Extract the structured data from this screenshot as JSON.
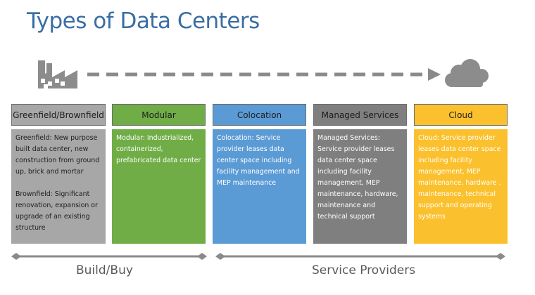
{
  "title": "Types of Data Centers",
  "icons": {
    "left": "factory-icon",
    "right": "cloud-icon",
    "connector": "dashed-arrow"
  },
  "columns": [
    {
      "header": "Greenfield/Brownfield",
      "color": "#a7a7a7",
      "paragraphs": [
        "Greenfield: New purpose built data center, new construction from ground up, brick and mortar",
        "Brownfield: Significant renovation, expansion or upgrade of an existing structure"
      ]
    },
    {
      "header": "Modular",
      "color": "#70ad47",
      "paragraphs": [
        "Modular: Industrialized, containerized, prefabricated data center"
      ]
    },
    {
      "header": "Colocation",
      "color": "#5b9bd5",
      "paragraphs": [
        "Colocation:  Service provider leases data center space including facility management and MEP maintenance"
      ]
    },
    {
      "header": "Managed Services",
      "color": "#7f7f7f",
      "paragraphs": [
        "Managed Services: Service provider leases data center space including facility management, MEP maintenance, hardware, maintenance and technical support"
      ]
    },
    {
      "header": "Cloud",
      "color": "#fbc02d",
      "paragraphs": [
        "Cloud: Service provider leases data center space including facility management,  MEP maintenance, hardware , maintenance, technical support and operating systems"
      ]
    }
  ],
  "groups": {
    "build_buy": "Build/Buy",
    "service_providers": "Service Providers"
  }
}
